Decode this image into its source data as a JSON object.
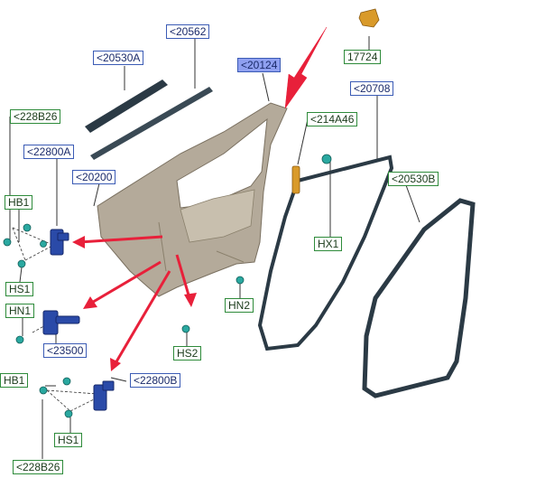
{
  "labels": {
    "l20562": "<20562",
    "l17724": "17724",
    "l20530A": "<20530A",
    "l20124": "<20124",
    "l228B26a": "<228B26",
    "l214A46": "<214A46",
    "l20708": "<20708",
    "l22800A": "<22800A",
    "l20200": "<20200",
    "l20530B": "<20530B",
    "HB1a": "HB1",
    "HX1": "HX1",
    "HS1a": "HS1",
    "HN2": "HN2",
    "HN1": "HN1",
    "l23500": "<23500",
    "HS2": "HS2",
    "HB1b": "HB1",
    "l22800B": "<22800B",
    "HS1b": "HS1",
    "l228B26b": "<228B26"
  },
  "colors": {
    "blue_frame": "#3b5bb5",
    "green_frame": "#2e8b3a",
    "selected_fill": "#8fa0f0",
    "arrow_red": "#e8203a",
    "door_panel": "#b4aa9a",
    "seal": "#2b3a45",
    "part_blue": "#2a4aa8",
    "fastener_teal": "#2aa8a0",
    "part_orange": "#d99a2a"
  }
}
